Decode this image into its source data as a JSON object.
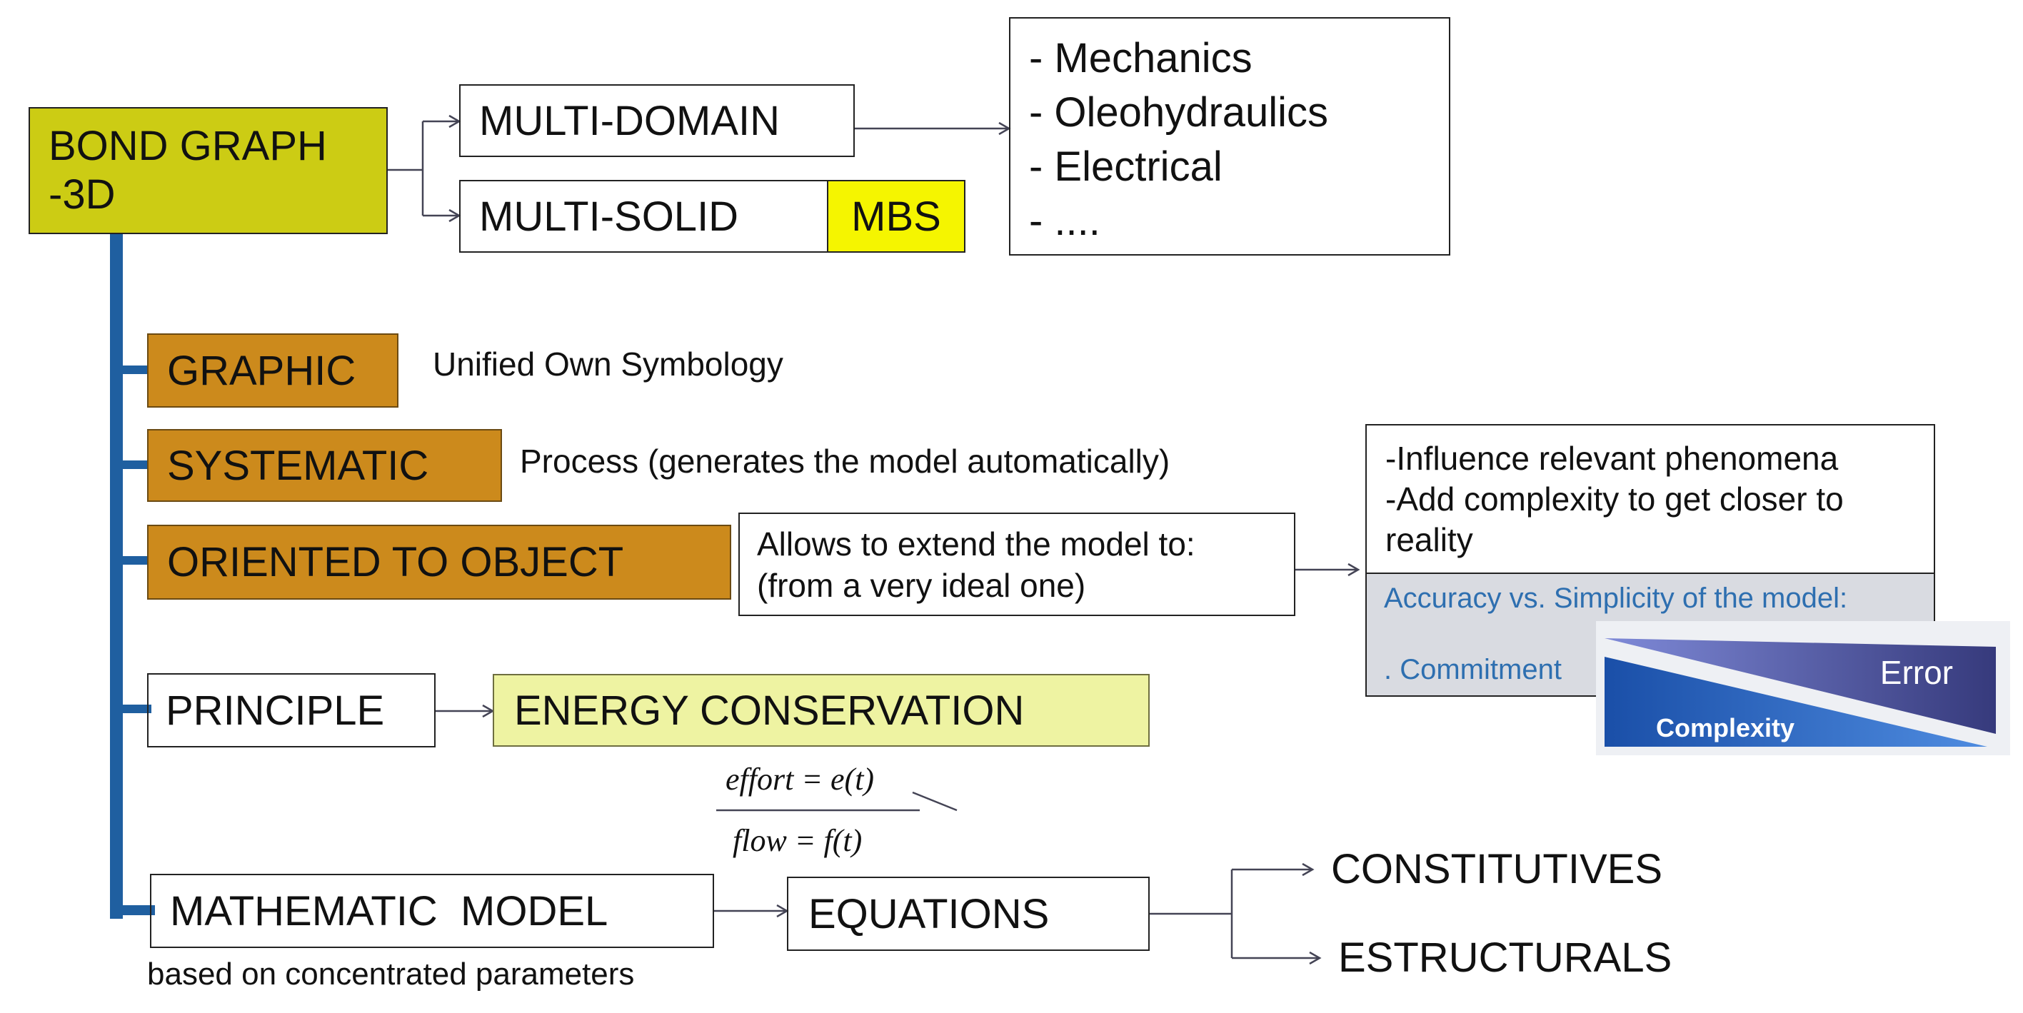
{
  "root": {
    "line1": "BOND GRAPH",
    "line2": "-3D"
  },
  "multi_domain": "MULTI-DOMAIN",
  "multi_solid": "MULTI-SOLID",
  "mbs": "MBS",
  "domains_list": [
    "- Mechanics",
    "- Oleohydraulics",
    "- Electrical",
    "- ...."
  ],
  "graphic": {
    "label": "GRAPHIC",
    "note": "Unified Own Symbology"
  },
  "systematic": {
    "label": "SYSTEMATIC",
    "note": "Process (generates the model automatically)"
  },
  "oriented": {
    "label": "ORIENTED TO OBJECT",
    "note_line1": "Allows to extend the model to:",
    "note_line2": "(from a very ideal one)"
  },
  "influence": {
    "line1": "-Influence relevant phenomena",
    "line2": "-Add complexity to get closer to",
    "line3": "reality"
  },
  "accuracy": {
    "line1": "Accuracy vs. Simplicity of the model:",
    "commitment": ". Commitment"
  },
  "tradeoff": {
    "error": "Error",
    "complexity": "Complexity"
  },
  "principle": {
    "label": "PRINCIPLE",
    "value": "ENERGY CONSERVATION"
  },
  "formula": {
    "effort": "effort = e(t)",
    "flow": "flow = f(t)"
  },
  "math_model": {
    "label": "MATHEMATIC  MODEL",
    "note": "based on concentrated parameters"
  },
  "equations": "EQUATIONS",
  "constitutives": "CONSTITUTIVES",
  "estructurals": "ESTRUCTURALS",
  "colors": {
    "root_fill": "#cccc14",
    "brown_fill": "#cc8a1c",
    "mbs_fill": "#f5f500",
    "energy_fill": "#eef3a2",
    "trunk_blue": "#1f5fa0",
    "accuracy_text": "#2e6fb0"
  }
}
